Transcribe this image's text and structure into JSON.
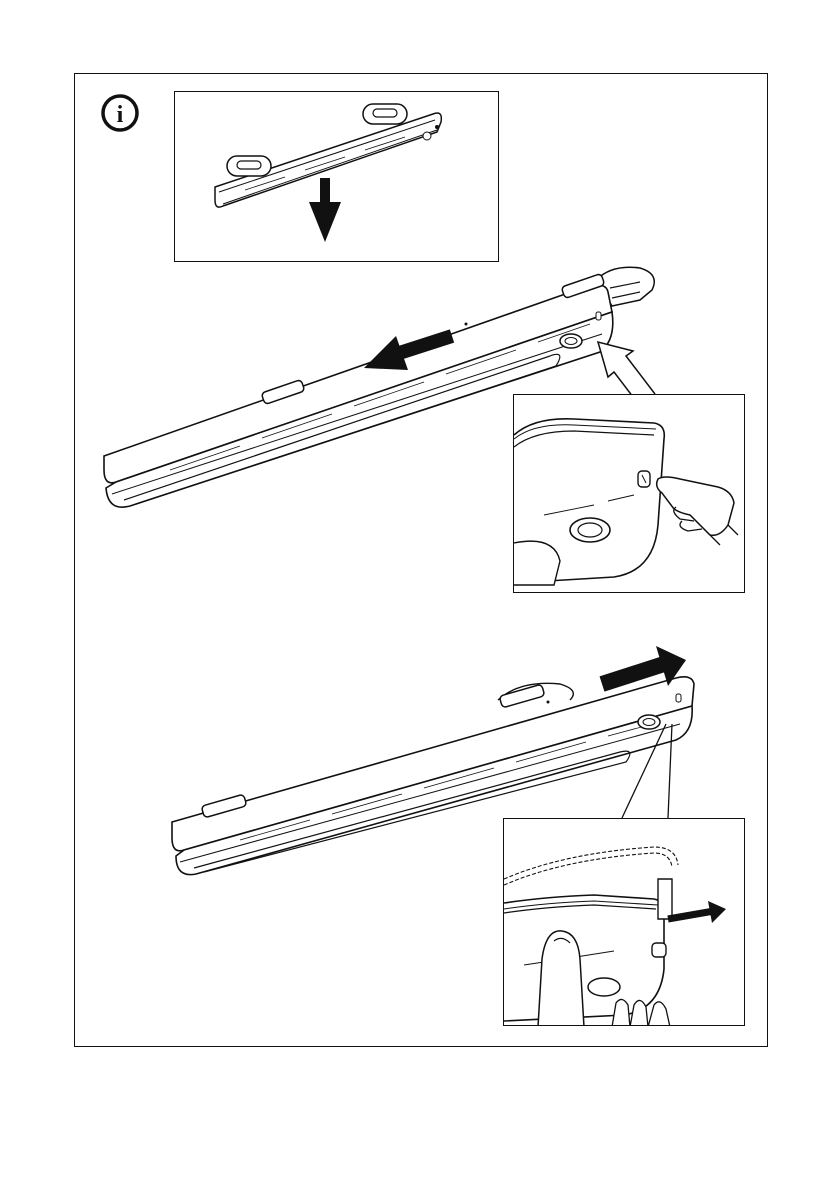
{
  "page": {
    "info_symbol": "i",
    "icons": {
      "info": "info-circle-icon",
      "hand_press": "finger-press-icon",
      "hand_hold": "hand-hold-icon"
    },
    "colors": {
      "line": "#111111",
      "fill": "#ffffff",
      "arrow": "#111111"
    }
  },
  "steps": [
    {
      "id": "step-remove-bracket",
      "arrow_direction": "down"
    },
    {
      "id": "step-slide-left",
      "arrow_direction": "left"
    },
    {
      "id": "step-press-release",
      "arrow_direction": "up-left"
    },
    {
      "id": "step-slide-right",
      "arrow_direction": "right"
    },
    {
      "id": "step-push-latch",
      "arrow_direction": "right"
    }
  ]
}
